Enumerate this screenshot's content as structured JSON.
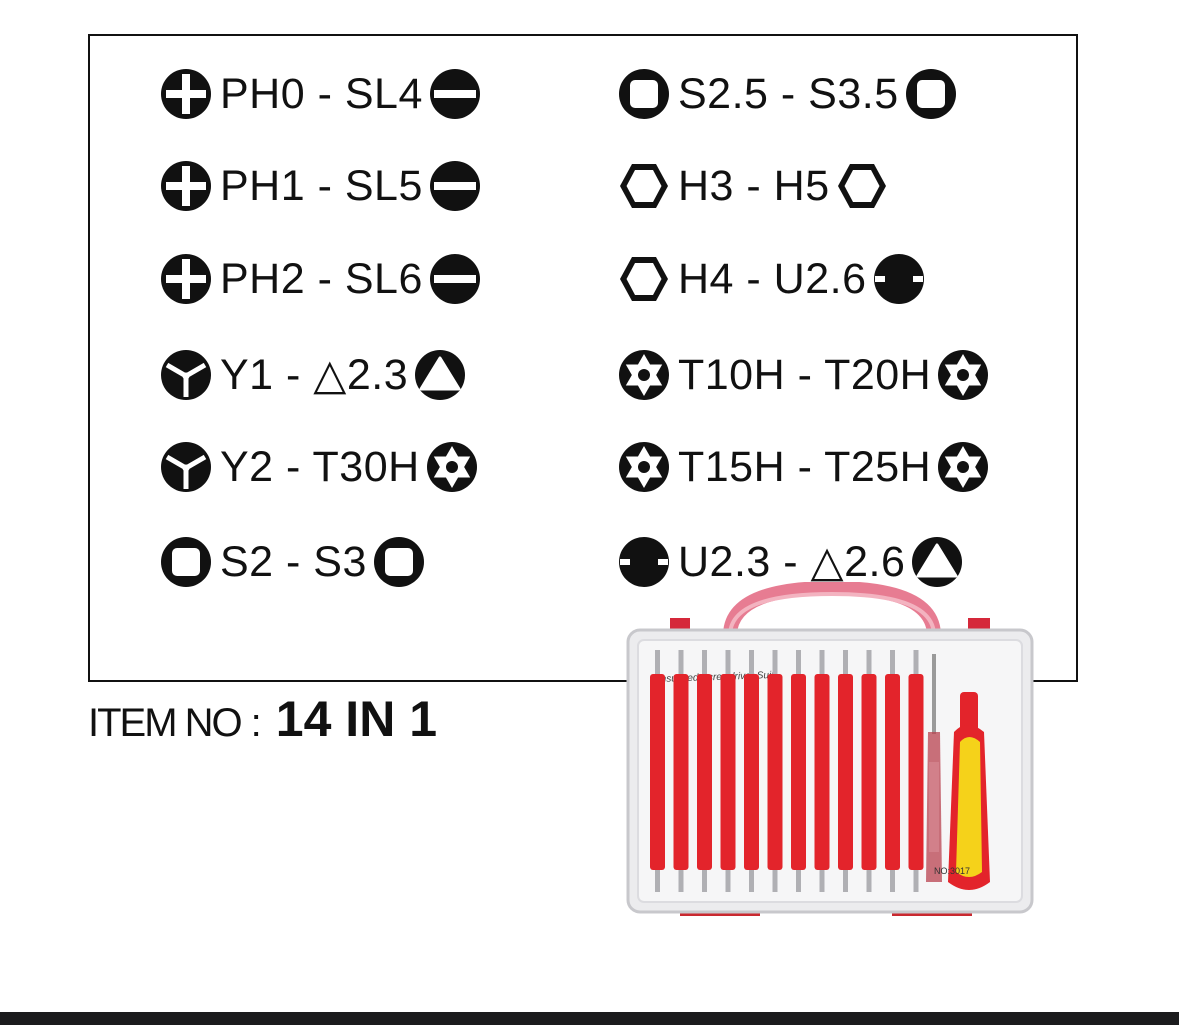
{
  "legend": {
    "left": [
      {
        "label": "PH0 - SL4",
        "start_icon": "phillips-icon",
        "end_icon": "slotted-icon"
      },
      {
        "label": "PH1 - SL5",
        "start_icon": "phillips-icon",
        "end_icon": "slotted-icon"
      },
      {
        "label": "PH2 - SL6",
        "start_icon": "phillips-icon",
        "end_icon": "slotted-icon"
      },
      {
        "label": "Y1 - △2.3",
        "start_icon": "tri-wing-icon",
        "end_icon": "triangle-icon"
      },
      {
        "label": "Y2 - T30H",
        "start_icon": "tri-wing-icon",
        "end_icon": "torx-icon"
      },
      {
        "label": "S2 - S3",
        "start_icon": "square-icon",
        "end_icon": "square-icon"
      }
    ],
    "right": [
      {
        "label": "S2.5 - S3.5",
        "start_icon": "square-icon",
        "end_icon": "square-icon"
      },
      {
        "label": "H3 - H5",
        "start_icon": "hex-icon",
        "end_icon": "hex-icon"
      },
      {
        "label": "H4 - U2.6",
        "start_icon": "hex-icon",
        "end_icon": "u-shape-icon"
      },
      {
        "label": "T10H - T20H",
        "start_icon": "torx-icon",
        "end_icon": "torx-icon"
      },
      {
        "label": "T15H - T25H",
        "start_icon": "torx-icon",
        "end_icon": "torx-icon"
      },
      {
        "label": "U2.3 - △2.6",
        "start_icon": "u-shape-icon",
        "end_icon": "triangle-icon"
      }
    ]
  },
  "item": {
    "key": "ITEM NO",
    "separator": ":",
    "value": "14 IN 1"
  },
  "product": {
    "case_label": "Insulated Screwdriver Suit",
    "model": "NO:3017"
  },
  "colors": {
    "ink": "#111111",
    "handle_red": "#e3242b",
    "handle_yellow": "#f5d21a",
    "case_pink": "#e77c92"
  }
}
